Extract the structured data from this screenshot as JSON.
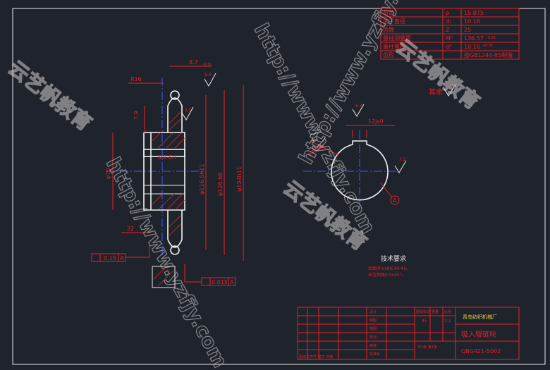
{
  "param_table": {
    "rows": [
      {
        "name": "节距",
        "sym": "p",
        "val": "15.875"
      },
      {
        "name": "滚子直径",
        "sym": "d₁",
        "val": "10.16"
      },
      {
        "name": "齿数",
        "sym": "Z",
        "val": "25"
      },
      {
        "name": "量柱测量距",
        "sym": "Mᴿ",
        "val": "136.57"
      },
      {
        "name": "量柱直径",
        "sym": "dᴿ",
        "val": "10.16"
      },
      {
        "name": "齿形",
        "sym": "",
        "val": "按GB1244-85制造"
      }
    ],
    "mr_tol": "-0.25",
    "dr_tol": "+0.01"
  },
  "labels": {
    "dim_87": "8.7",
    "dim_87_tol": "-0.36",
    "dim_r16": "R16",
    "dim_79": "7.9",
    "dim_m8": "M8-6H",
    "dim_d70": "φ70",
    "dim_d1166": "φ116.5h11",
    "dim_d12666": "φ126.66",
    "dim_d134": "φ134h11",
    "dim_22": "22",
    "dim_015": "0.15",
    "datum_a": "A",
    "dim_0015": "0.015",
    "rough_1": "6.3",
    "rough_2": "3.2",
    "rough_3": "6.3",
    "rest": "其余",
    "rest_val": "12.5",
    "keyway": "12js9",
    "bore": "φ45H8",
    "ra": "3.2"
  },
  "tech_req": {
    "title": "技术要求",
    "lines": [
      "齿面淬火HRC40-45。",
      "未注倒角0.5x45°。"
    ]
  },
  "title_block": {
    "company": "青岛纺织机械厂",
    "part_name": "吸入辊链轮",
    "drawing_no": "QBG421-5002",
    "material": "45",
    "scale": "1:1",
    "grid_labels": [
      "设计",
      "制图",
      "描图",
      "校对",
      "审核",
      "标准化"
    ],
    "header_labels": [
      "图样标记",
      "重量",
      "比例"
    ],
    "sheet": "共1张 第1张",
    "bottom_note": "更改文件号  签字  日期"
  },
  "watermarks": [
    "http://www.yzfjy.com",
    "云艺帆教育",
    "http://www.yzfjy.com",
    "云艺帆教育",
    "http://www.yzfjy.com",
    "云艺帆教育"
  ]
}
